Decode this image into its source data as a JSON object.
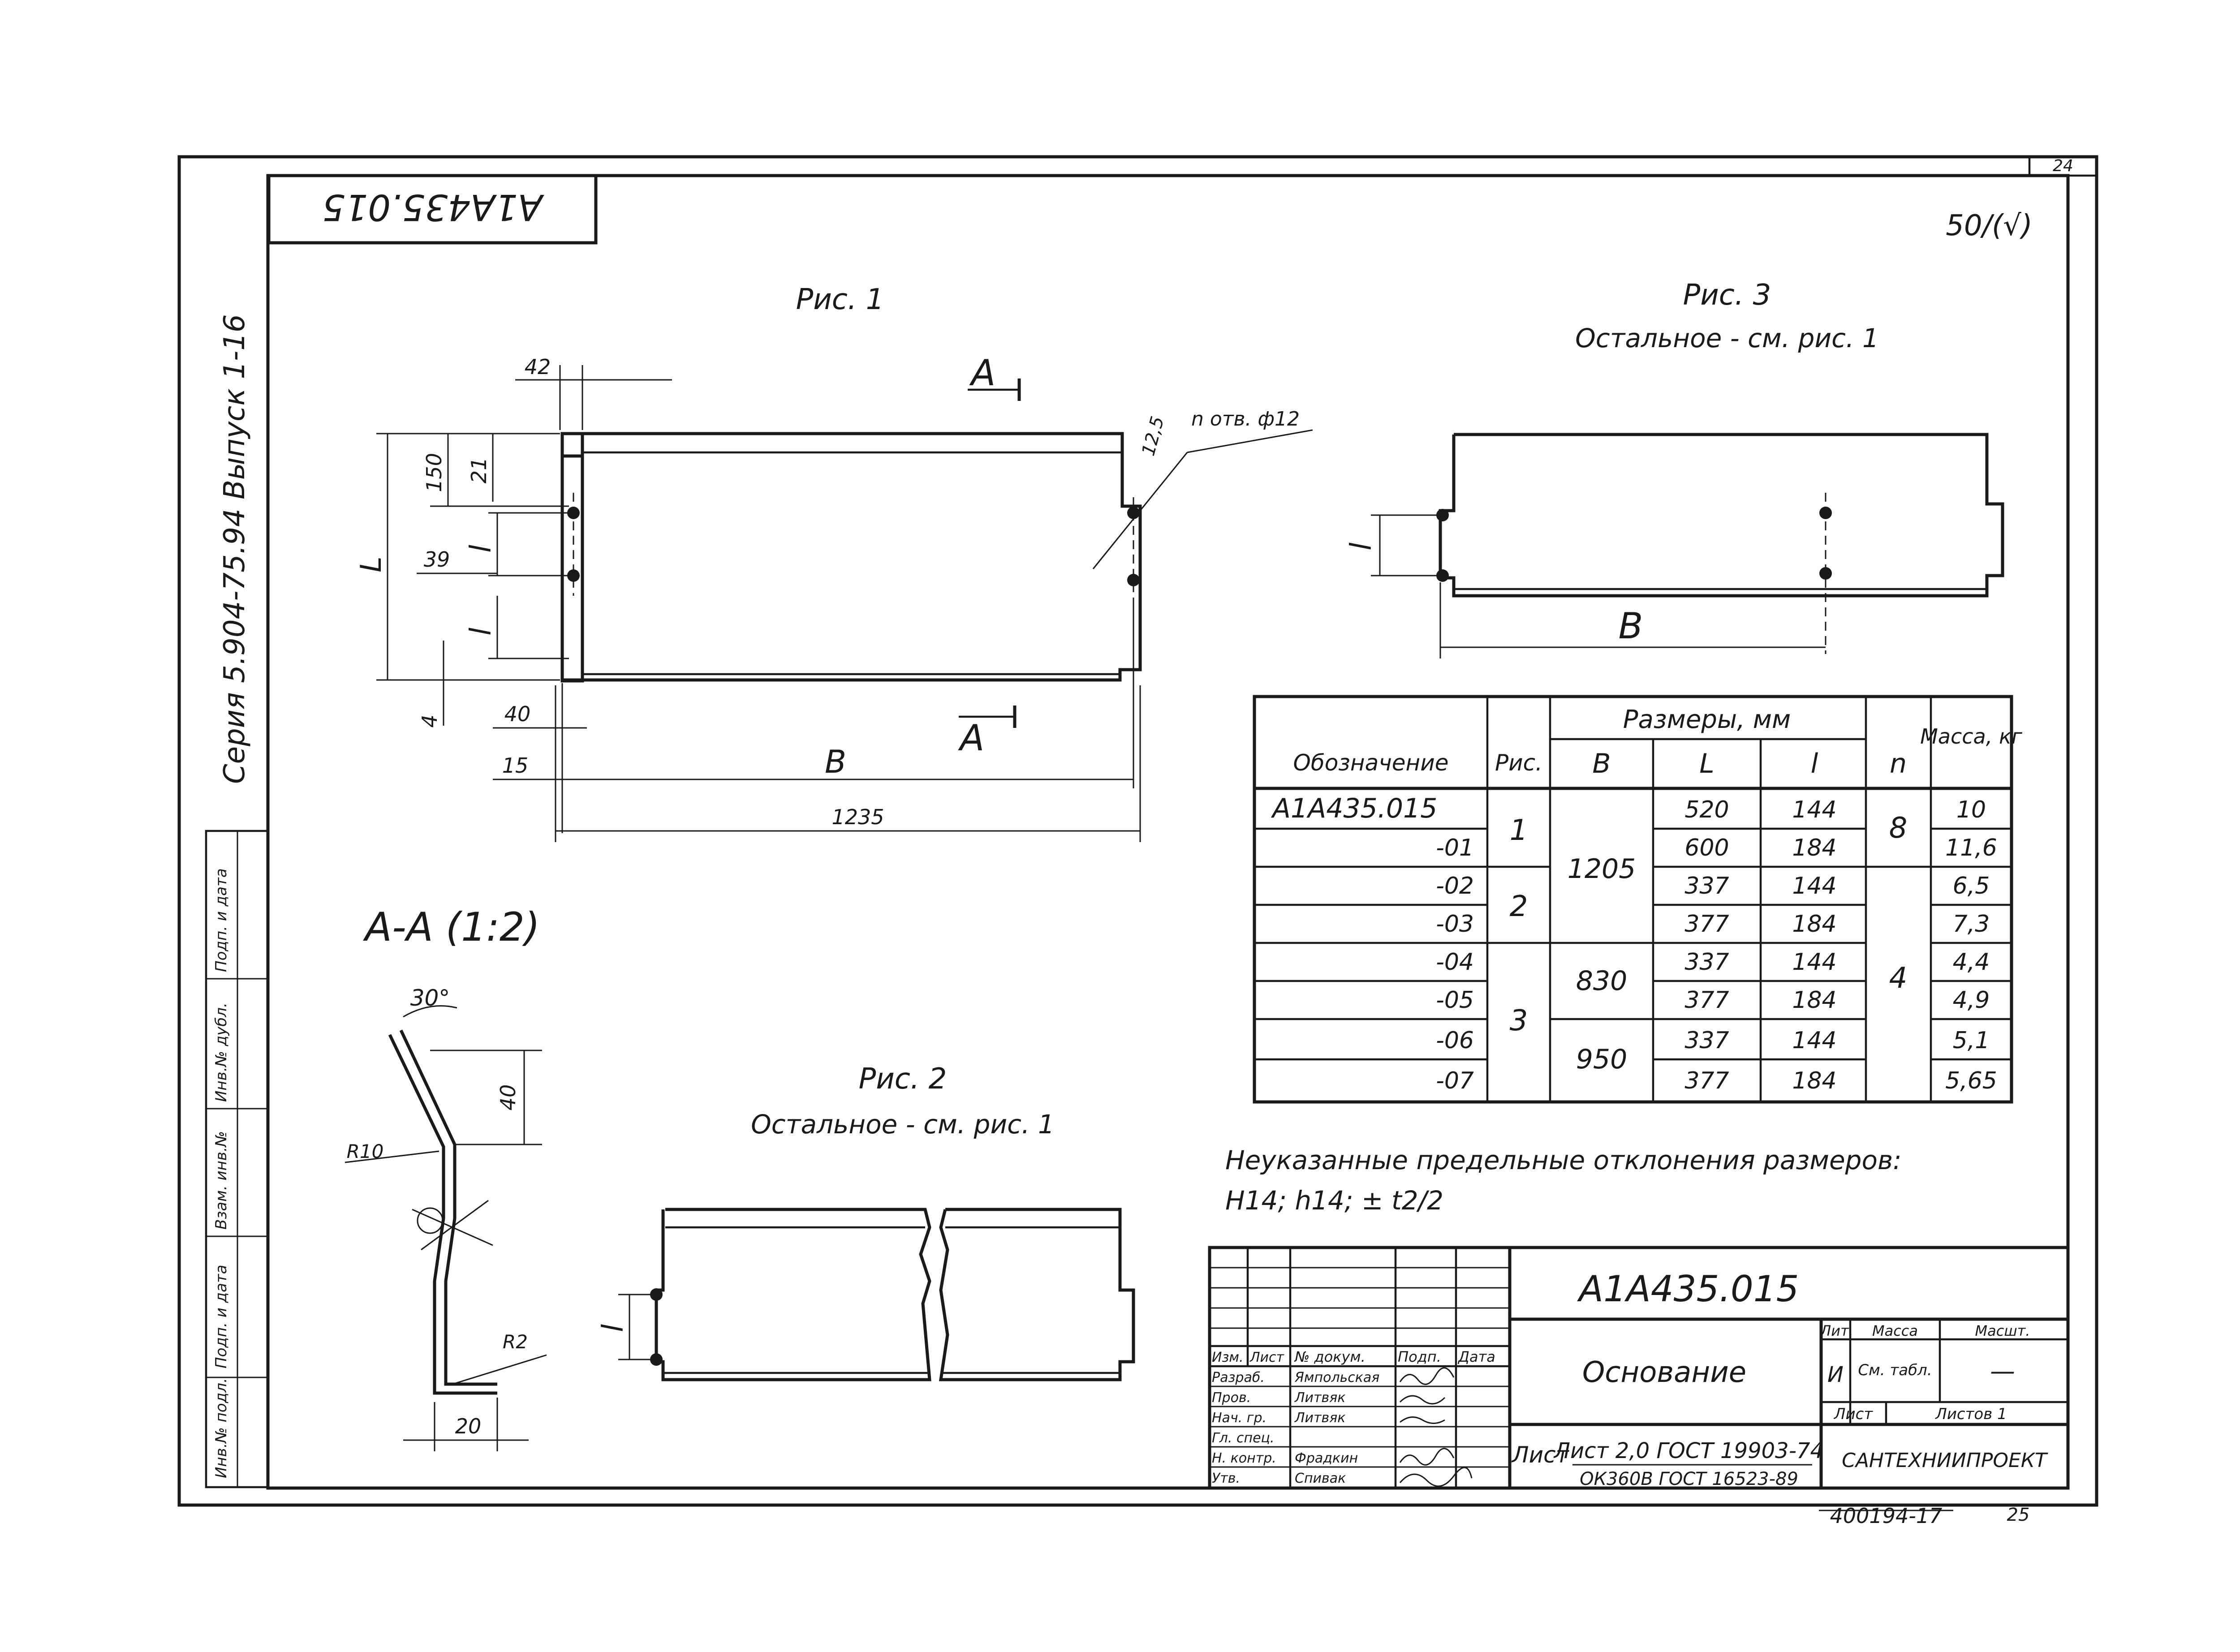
{
  "sheet": {
    "number_top": "24",
    "number_bottom": "25",
    "inv_stamp": "400194-17",
    "rotated_code": "А1А435.015",
    "series": "Серия 5.904-75.94 Выпуск 1-16",
    "roughness": "50/(√)"
  },
  "left_strip": [
    "Инв.№ подл.",
    "Подп. и дата",
    "Взам. инв.№",
    "Инв.№ дубл.",
    "Подп. и дата"
  ],
  "fig1": {
    "title": "Рис. 1",
    "section_mark": "А",
    "holes_label": "n отв. ф12",
    "dims": {
      "d42": "42",
      "d150": "150",
      "d21": "21",
      "dL": "L",
      "dl1": "l",
      "d39": "39",
      "dl2": "l",
      "d4": "4",
      "d40": "40",
      "d15": "15",
      "dB": "B",
      "d1235": "1235",
      "d125": "12,5"
    }
  },
  "section_aa": {
    "title": "А-А (1:2)",
    "dims": {
      "angle": "30°",
      "h40": "40",
      "r10": "R10",
      "r2": "R2",
      "w20": "20"
    }
  },
  "fig2": {
    "title": "Рис. 2",
    "subtitle": "Остальное - см. рис. 1",
    "dim_l": "l"
  },
  "fig3": {
    "title": "Рис. 3",
    "subtitle": "Остальное - см. рис. 1",
    "dim_l": "l",
    "dim_B": "B"
  },
  "table": {
    "header": {
      "designation": "Обозначение",
      "fig": "Рис.",
      "sizes": "Размеры, мм",
      "B": "B",
      "L": "L",
      "l": "l",
      "n": "n",
      "mass": "Масса, кг"
    },
    "rows": [
      {
        "designation": "А1А435.015",
        "L": "520",
        "l": "144",
        "mass": "10"
      },
      {
        "designation": "-01",
        "L": "600",
        "l": "184",
        "mass": "11,6"
      },
      {
        "designation": "-02",
        "L": "337",
        "l": "144",
        "mass": "6,5"
      },
      {
        "designation": "-03",
        "L": "377",
        "l": "184",
        "mass": "7,3"
      },
      {
        "designation": "-04",
        "L": "337",
        "l": "144",
        "mass": "4,4"
      },
      {
        "designation": "-05",
        "L": "377",
        "l": "184",
        "mass": "4,9"
      },
      {
        "designation": "-06",
        "L": "337",
        "l": "144",
        "mass": "5,1"
      },
      {
        "designation": "-07",
        "L": "377",
        "l": "184",
        "mass": "5,65"
      }
    ],
    "merged": {
      "fig_1": "1",
      "fig_2": "2",
      "fig_3": "3",
      "B_1205": "1205",
      "B_830": "830",
      "B_950": "950",
      "n_8": "8",
      "n_4": "4"
    }
  },
  "tolerance_note": {
    "line1": "Неуказанные предельные отклонения размеров:",
    "line2": "H14; h14; ± t2/2"
  },
  "title_block": {
    "code": "А1А435.015",
    "name": "Основание",
    "material_1": "Лист 2,0 ГОСТ 19903-74",
    "material_2": "ОК360В ГОСТ 16523-89",
    "org": "САНТЕХНИИПРОЕКТ",
    "lit_label": "Лит.",
    "mass_label": "Масса",
    "scale_label": "Масшт.",
    "lit_value": "И",
    "mass_value": "См. табл.",
    "scale_value": "—",
    "sheet_label": "Лист",
    "sheets_label": "Листов 1",
    "cols": [
      "Изм.",
      "Лист",
      "№ докум.",
      "Подп.",
      "Дата"
    ],
    "roles": [
      {
        "role": "Разраб.",
        "name": "Ямпольская"
      },
      {
        "role": "Пров.",
        "name": "Литвяк"
      },
      {
        "role": "Нач. гр.",
        "name": "Литвяк"
      },
      {
        "role": "Гл. спец.",
        "name": ""
      },
      {
        "role": "Н. контр.",
        "name": "Фрадкин"
      },
      {
        "role": "Утв.",
        "name": "Спивак"
      }
    ]
  }
}
